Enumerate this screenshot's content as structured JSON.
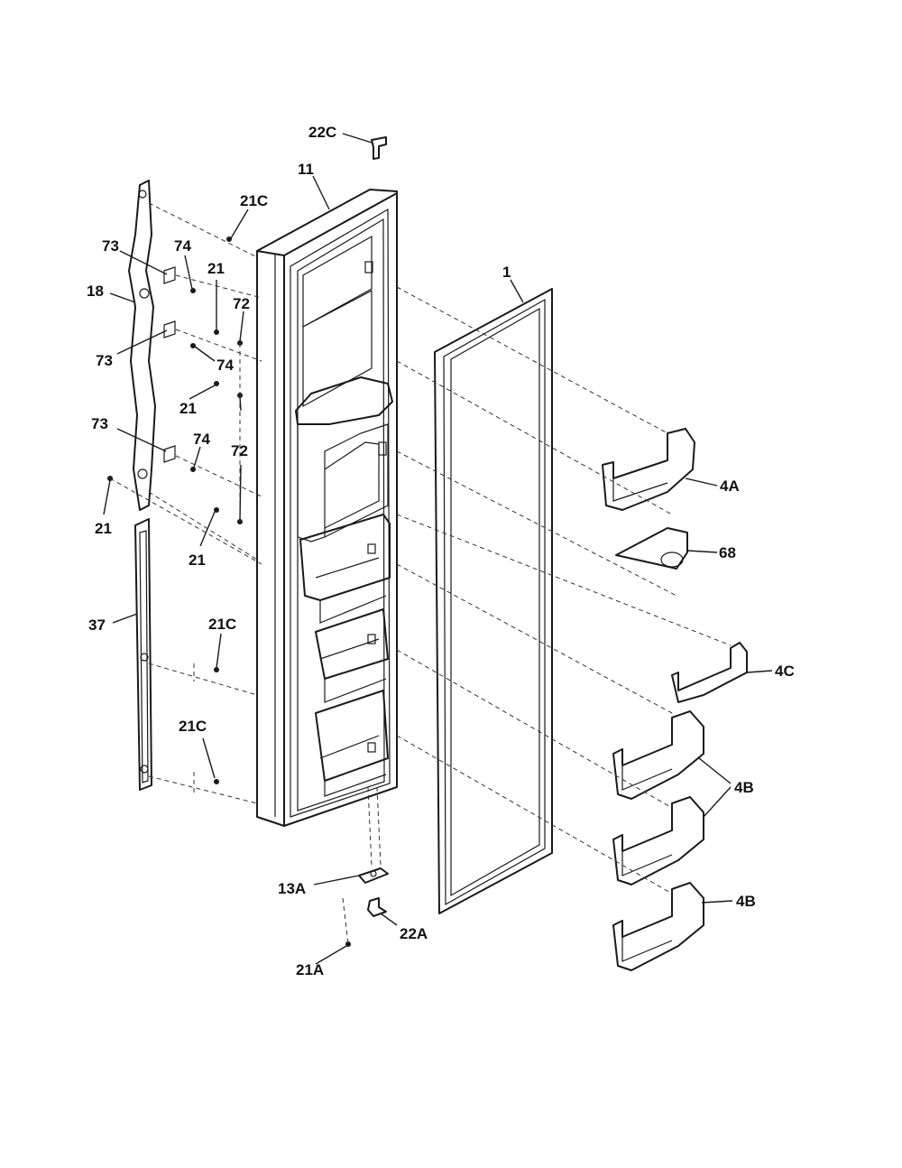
{
  "callouts": [
    {
      "id": "c-22C-top",
      "text": "22C"
    },
    {
      "id": "c-11",
      "text": "11"
    },
    {
      "id": "c-21C-top",
      "text": "21C"
    },
    {
      "id": "c-1",
      "text": "1"
    },
    {
      "id": "c-73-a",
      "text": "73"
    },
    {
      "id": "c-74-a",
      "text": "74"
    },
    {
      "id": "c-18",
      "text": "18"
    },
    {
      "id": "c-21-a",
      "text": "21"
    },
    {
      "id": "c-72-a",
      "text": "72"
    },
    {
      "id": "c-73-b",
      "text": "73"
    },
    {
      "id": "c-74-b",
      "text": "74"
    },
    {
      "id": "c-21-b",
      "text": "21"
    },
    {
      "id": "c-72-b",
      "text": "72"
    },
    {
      "id": "c-73-c",
      "text": "73"
    },
    {
      "id": "c-74-c",
      "text": "74"
    },
    {
      "id": "c-21-c",
      "text": "21"
    },
    {
      "id": "c-21-d",
      "text": "21"
    },
    {
      "id": "c-4A",
      "text": "4A"
    },
    {
      "id": "c-68",
      "text": "68"
    },
    {
      "id": "c-37",
      "text": "37"
    },
    {
      "id": "c-21C-mid",
      "text": "21C"
    },
    {
      "id": "c-4C",
      "text": "4C"
    },
    {
      "id": "c-21C-low",
      "text": "21C"
    },
    {
      "id": "c-4B-a",
      "text": "4B"
    },
    {
      "id": "c-13A",
      "text": "13A"
    },
    {
      "id": "c-22A",
      "text": "22A"
    },
    {
      "id": "c-4B-b",
      "text": "4B"
    },
    {
      "id": "c-21A",
      "text": "21A"
    }
  ]
}
